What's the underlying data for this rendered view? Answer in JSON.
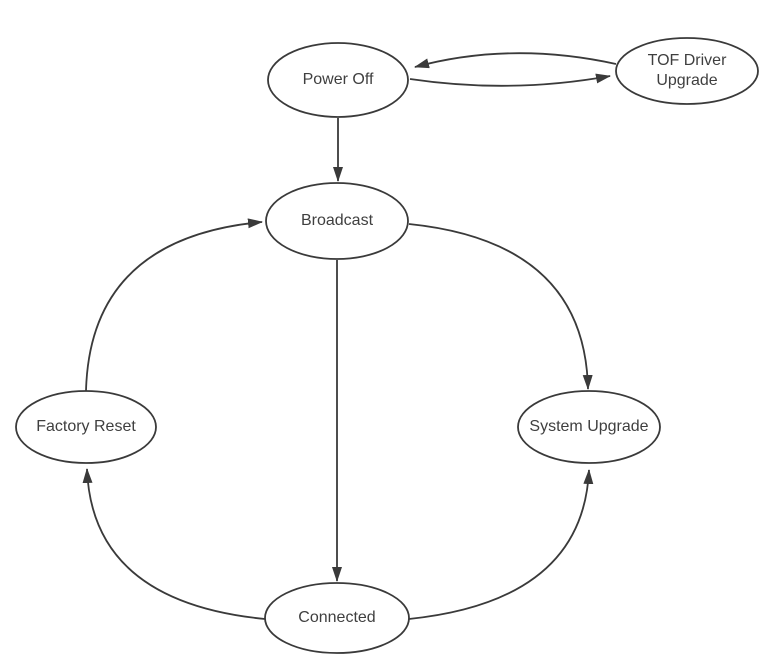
{
  "diagram": {
    "background_color": "#ffffff",
    "stroke_color": "#3a3a3a",
    "text_color": "#3f3f3f",
    "node_fill_color": "#ffffff",
    "nodes": {
      "power_off": {
        "label": "Power Off"
      },
      "tof_driver_upgrade": {
        "label_line1": "TOF Driver",
        "label_line2": "Upgrade"
      },
      "broadcast": {
        "label": "Broadcast"
      },
      "factory_reset": {
        "label": "Factory Reset"
      },
      "system_upgrade": {
        "label": "System Upgrade"
      },
      "connected": {
        "label": "Connected"
      }
    },
    "edges": [
      {
        "from": "Power Off",
        "to": "TOF Driver Upgrade"
      },
      {
        "from": "TOF Driver Upgrade",
        "to": "Power Off"
      },
      {
        "from": "Power Off",
        "to": "Broadcast"
      },
      {
        "from": "Broadcast",
        "to": "Connected"
      },
      {
        "from": "Factory Reset",
        "to": "Broadcast"
      },
      {
        "from": "Broadcast",
        "to": "System Upgrade"
      },
      {
        "from": "Connected",
        "to": "Factory Reset"
      },
      {
        "from": "Connected",
        "to": "System Upgrade"
      }
    ]
  }
}
